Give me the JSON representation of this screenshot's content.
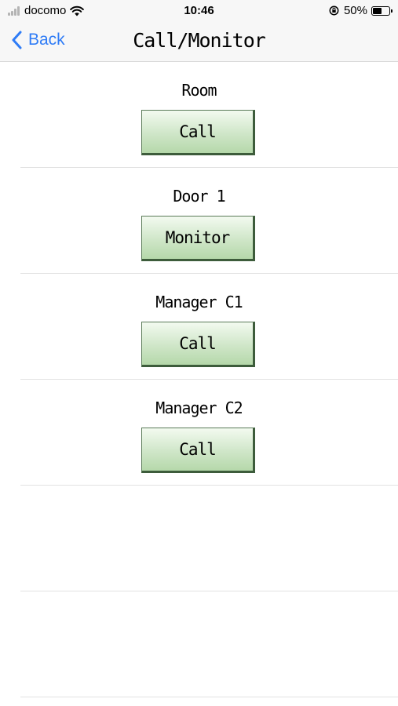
{
  "status_bar": {
    "carrier": "docomo",
    "time": "10:46",
    "battery_percent": "50%",
    "battery_level": 0.5
  },
  "nav": {
    "back_label": "Back",
    "title": "Call/Monitor",
    "accent_color": "#2f7cf6"
  },
  "rows": [
    {
      "label": "Room",
      "button": "Call"
    },
    {
      "label": "Door 1",
      "button": "Monitor"
    },
    {
      "label": "Manager C1",
      "button": "Call"
    },
    {
      "label": "Manager C2",
      "button": "Call"
    }
  ],
  "icons": {
    "signal": "signal-bars-icon",
    "wifi": "wifi-icon",
    "orientation_lock": "orientation-lock-icon",
    "battery": "battery-icon",
    "back": "chevron-left-icon"
  }
}
